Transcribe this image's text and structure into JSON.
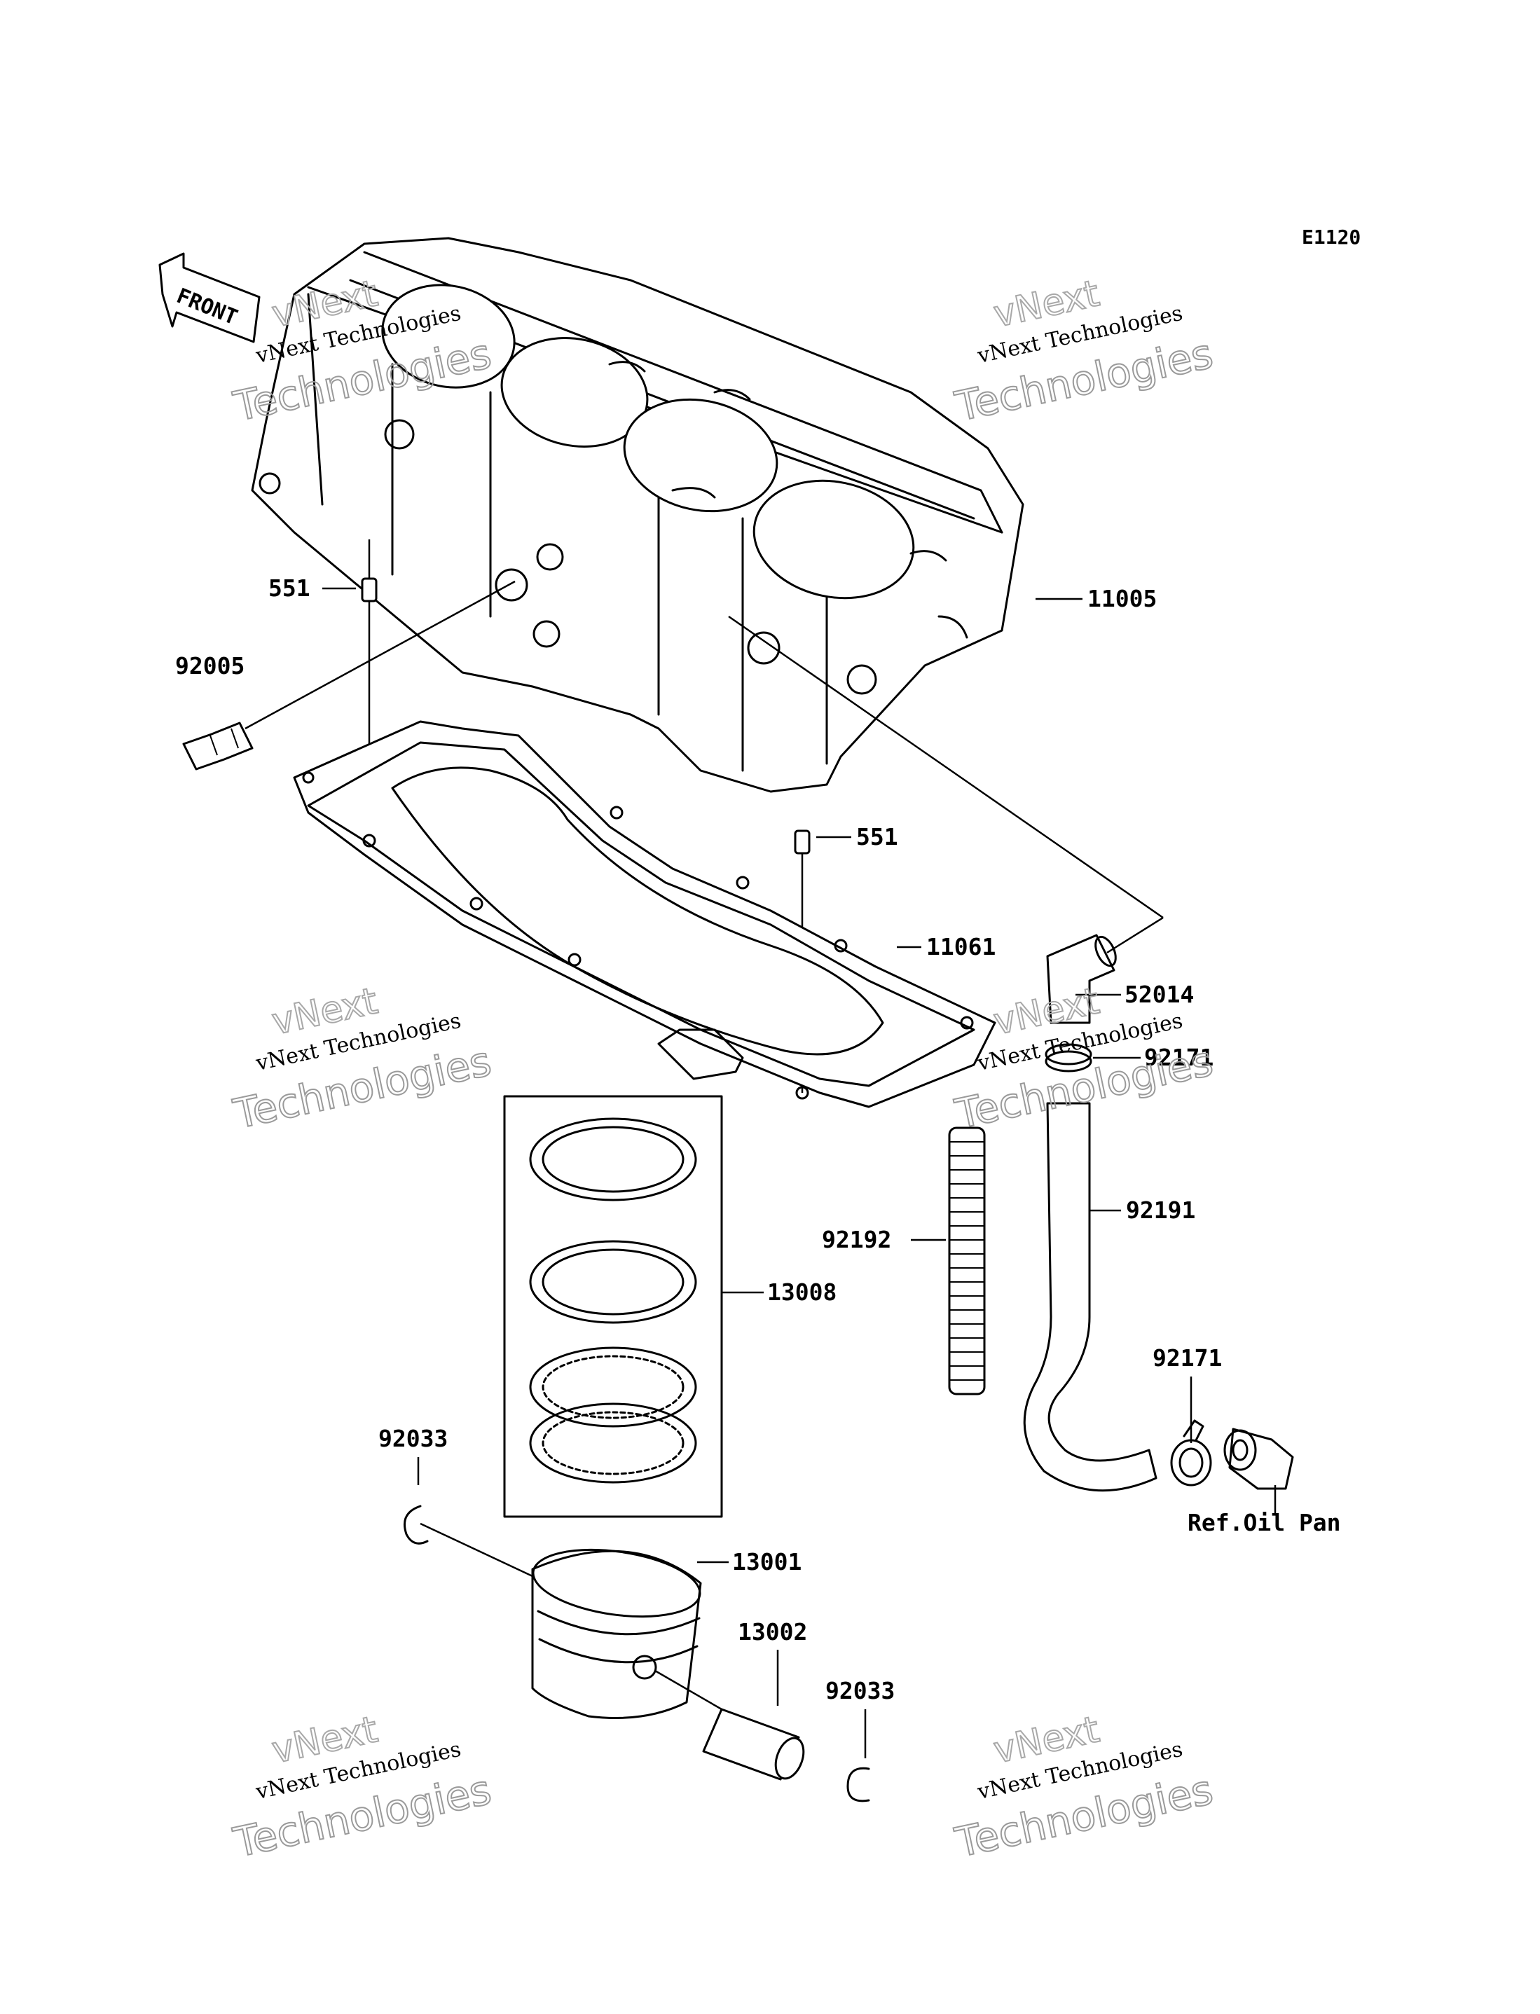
{
  "diagram": {
    "code": "E1120",
    "front_label": "FRONT",
    "parts": {
      "p11005": "11005",
      "p551_left": "551",
      "p551_right": "551",
      "p92005": "92005",
      "p11061": "11061",
      "p52014": "52014",
      "p92171_top": "92171",
      "p92191": "92191",
      "p92192": "92192",
      "p13008": "13008",
      "p92171_bottom": "92171",
      "p92033_left": "92033",
      "p13001": "13001",
      "p13002": "13002",
      "p92033_right": "92033"
    },
    "ref_note": "Ref.Oil Pan"
  },
  "watermark": {
    "line1": "vNext",
    "line2": "vNext Technologies",
    "line3": "Technologies"
  }
}
